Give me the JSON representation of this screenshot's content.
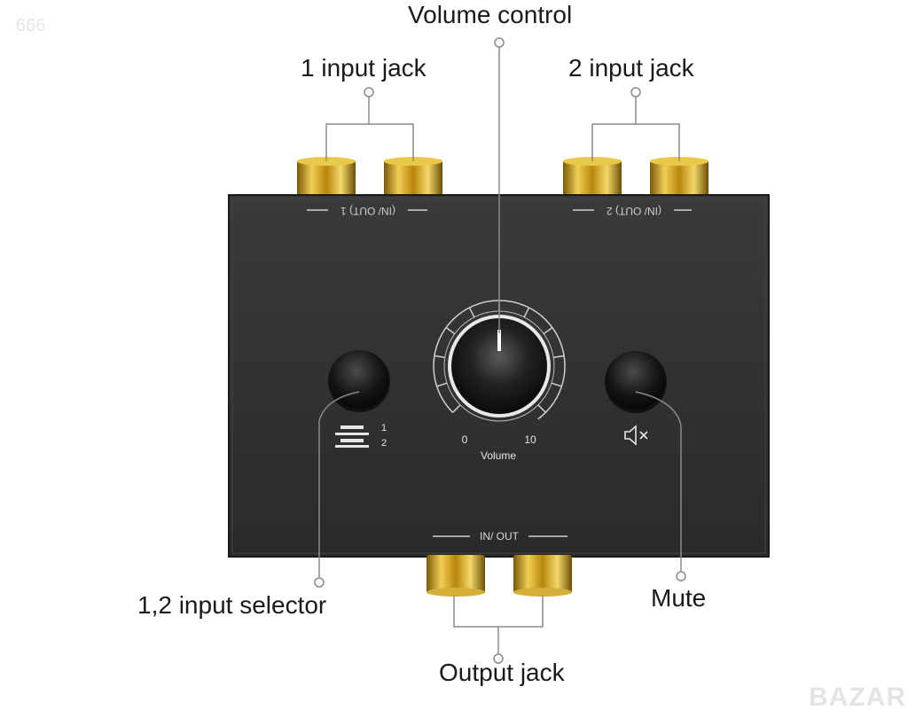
{
  "watermark_tl": "666",
  "watermark_br": "BAZAR",
  "callouts": {
    "volume_control": "Volume control",
    "input1": "1 input jack",
    "input2": "2 input jack",
    "selector": "1,2 input selector",
    "mute": "Mute",
    "output": "Output jack"
  },
  "device": {
    "port_label_1": "(IN/ OUT) 1",
    "port_label_2": "(IN/ OUT) 2",
    "io_label": "IN/ OUT",
    "selector_opt1": "1",
    "selector_opt2": "2",
    "dial_min": "0",
    "dial_max": "10",
    "dial_label": "Volume"
  },
  "colors": {
    "body": "#303031",
    "gold": "#c9a227",
    "label": "#cfcfcf"
  },
  "icons": [
    "selector-switch-icon",
    "mute-speaker-icon"
  ]
}
